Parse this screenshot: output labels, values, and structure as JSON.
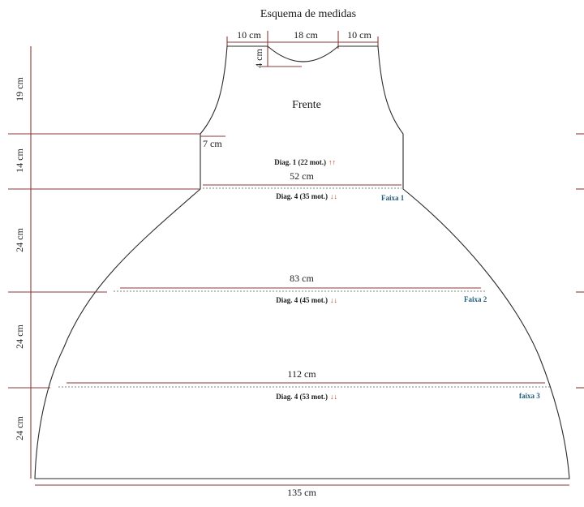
{
  "title": "Esquema de medidas",
  "colors": {
    "line": "#2a2a2a",
    "guide": "#8b3a3a",
    "arrow": "#c0392b",
    "faixa": "#1f5c7a"
  },
  "bodice": {
    "label": "Frente",
    "shoulder_left": "10 cm",
    "neck_width": "18 cm",
    "shoulder_right": "10 cm",
    "neck_depth": "4 cm",
    "armhole": "7 cm",
    "diag_label": "Diag. 1 (22 mot.)",
    "diag_arrows": "↑↑",
    "width": "52 cm"
  },
  "heights": [
    "19 cm",
    "14 cm",
    "24 cm",
    "24 cm",
    "24 cm"
  ],
  "bands": [
    {
      "diag_label": "Diag. 4 (35 mot.)",
      "arrows": "↓↓",
      "faixa": "Faixa 1"
    },
    {
      "width": "83 cm",
      "diag_label": "Diag. 4 (45 mot.)",
      "arrows": "↓↓",
      "faixa": "Faixa 2"
    },
    {
      "width": "112 cm",
      "diag_label": "Diag. 4 (53 mot.)",
      "arrows": "↓↓",
      "faixa": "faixa 3"
    }
  ],
  "bottom_width": "135 cm"
}
